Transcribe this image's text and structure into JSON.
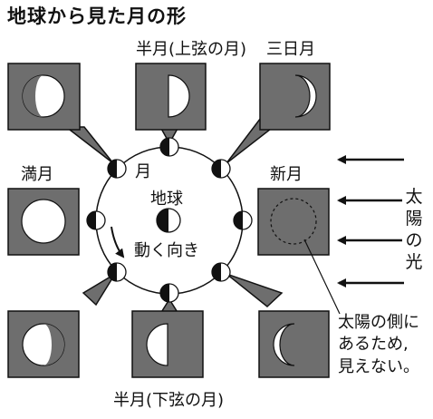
{
  "title": "地球から見た月の形",
  "labels": {
    "half_moon_upper": "半月(上弦の月)",
    "crescent": "三日月",
    "full_moon": "満月",
    "new_moon": "新月",
    "moon": "月",
    "earth": "地球",
    "direction": "動く向き",
    "half_moon_lower": "半月(下弦の月)"
  },
  "sunlight_chars": [
    "太",
    "陽",
    "の",
    "光"
  ],
  "new_moon_note": [
    "太陽の側に",
    "あるため,",
    "見えない。"
  ],
  "colors": {
    "panel_bg": "#6e6e6e",
    "ink": "#111111",
    "moon_lit": "#ffffff"
  }
}
